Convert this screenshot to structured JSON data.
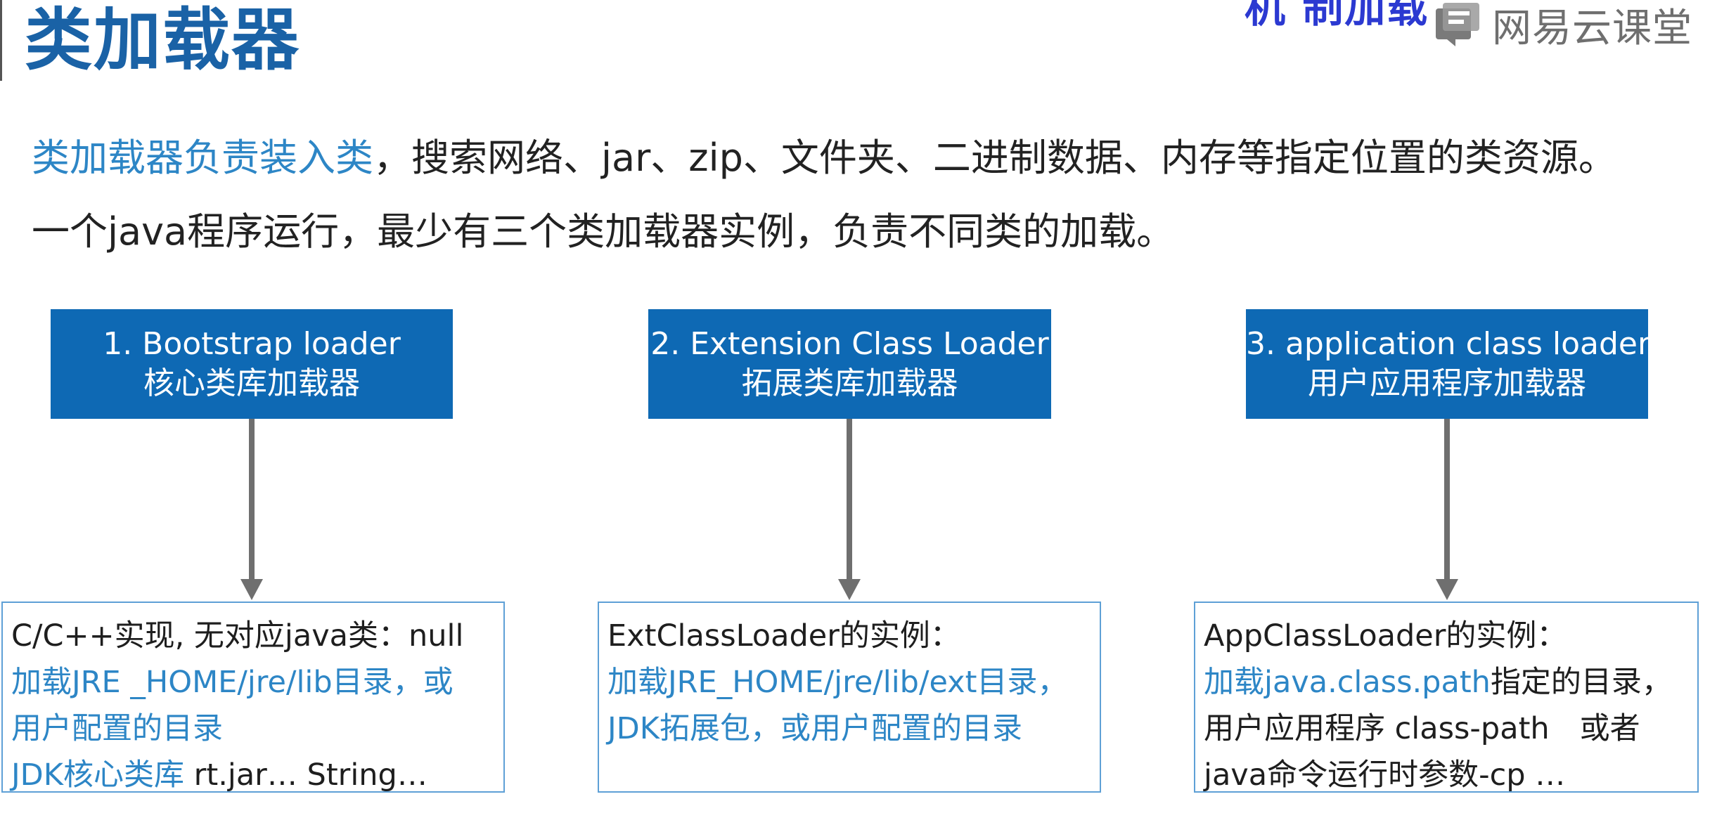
{
  "header": {
    "title": "类加载器",
    "top_cut_text": "机 制加载"
  },
  "logo": {
    "text": "网易云课堂",
    "icon": "netease-cloud-classroom-logo-icon"
  },
  "intro": {
    "line1_highlight": "类加载器负责装入类",
    "line1_rest": "，搜索网络、jar、zip、文件夹、二进制数据、内存等指定位置的类资源。",
    "line2": "一个java程序运行，最少有三个类加载器实例，负责不同类的加载。"
  },
  "loaders": [
    {
      "title_en": "1. Bootstrap loader",
      "title_cn": "核心类库加载器",
      "detail": {
        "line1": "C/C++实现, 无对应java类：null",
        "line2": "加载JRE _HOME/jre/lib目录，或",
        "line3": "用户配置的目录",
        "line4_blue": "JDK核心类库",
        "line4_rest": " rt.jar… String…"
      }
    },
    {
      "title_en": "2. Extension Class Loader",
      "title_cn": "拓展类库加载器",
      "detail": {
        "line1": "ExtClassLoader的实例：",
        "line2": "加载JRE_HOME/jre/lib/ext目录，",
        "line3": "JDK拓展包，或用户配置的目录"
      }
    },
    {
      "title_en": "3. application class loader",
      "title_cn": "用户应用程序加载器",
      "detail": {
        "line1": "AppClassLoader的实例：",
        "line2_blue": "加载java.class.path",
        "line2_rest": "指定的目录，",
        "line3": "用户应用程序 class-path　或者",
        "line4": "java命令运行时参数-cp …"
      }
    }
  ],
  "colors": {
    "title": "#1a62a6",
    "box_fill": "#0e69b4",
    "highlight": "#2d86c6",
    "detail_border": "#5ea0d6",
    "arrow": "#6f6f6f"
  }
}
